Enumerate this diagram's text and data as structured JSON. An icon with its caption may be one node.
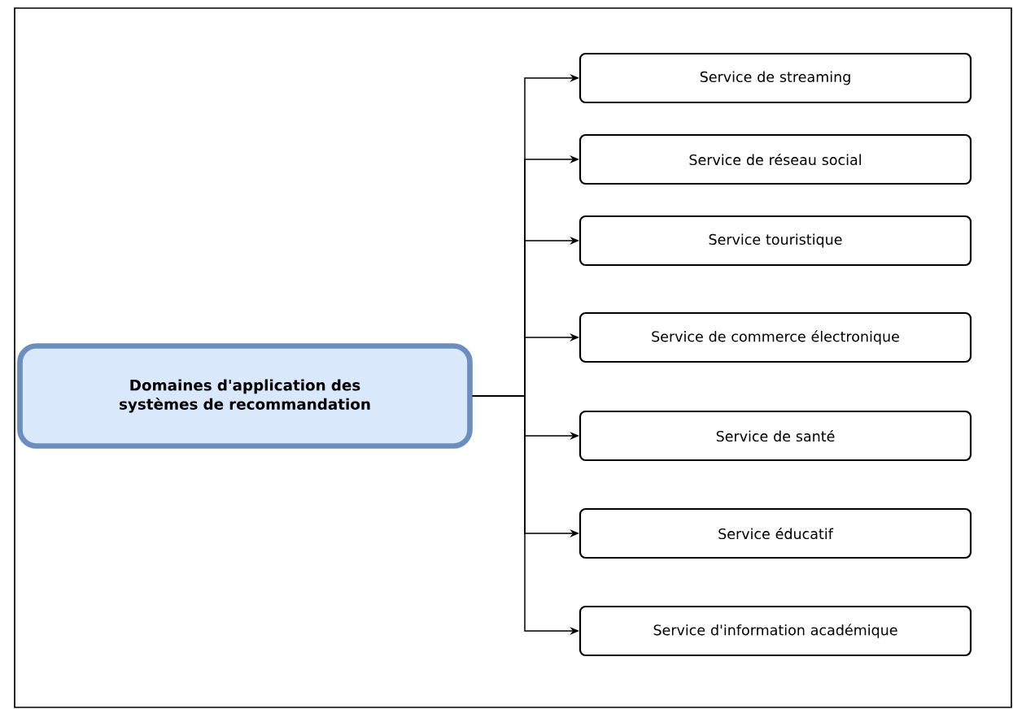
{
  "diagram": {
    "nodes": [
      {
        "text": [
          "Domaines d'application des systèmes de recommandation"
        ]
      },
      {
        "text": [
          "Service de streaming"
        ]
      },
      {
        "text": [
          "Service de réseau social"
        ]
      },
      {
        "text": [
          "Service touristique"
        ]
      },
      {
        "text": [
          "Service de commerce électronique"
        ]
      },
      {
        "text": [
          "Service de santé"
        ]
      },
      {
        "text": [
          "Service éducatif"
        ]
      },
      {
        "text": [
          "Service d'information académique"
        ]
      }
    ],
    "edges": [
      {
        "from": 0,
        "to": 1,
        "arrow": "to"
      },
      {
        "from": 0,
        "to": 2,
        "arrow": "to"
      },
      {
        "from": 0,
        "to": 3,
        "arrow": "to"
      },
      {
        "from": 0,
        "to": 4,
        "arrow": "to"
      },
      {
        "from": 0,
        "to": 5,
        "arrow": "to"
      },
      {
        "from": 0,
        "to": 6,
        "arrow": "to"
      },
      {
        "from": 0,
        "to": 7,
        "arrow": "to"
      }
    ]
  }
}
